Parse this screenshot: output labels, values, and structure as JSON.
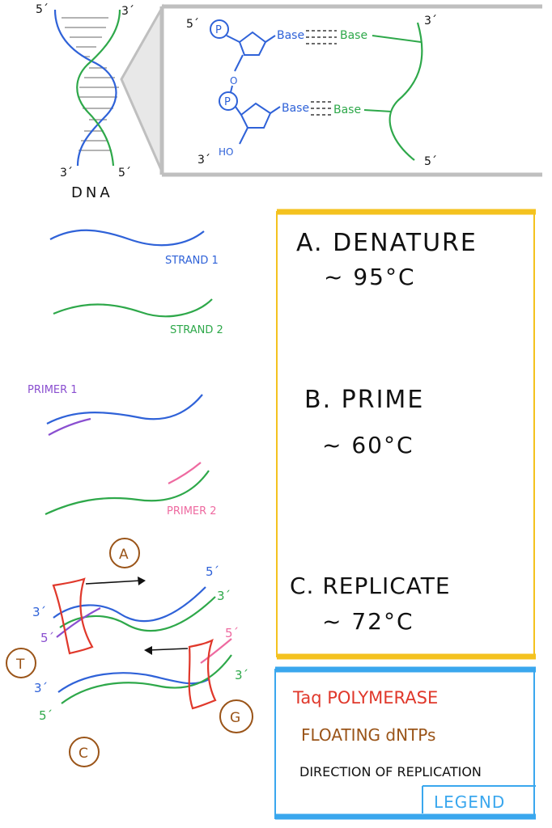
{
  "dna": {
    "label": "DNA",
    "left_top": "5´",
    "right_top": "3´",
    "left_bottom": "3´",
    "right_bottom": "5´"
  },
  "zoom": {
    "top_left": "5´",
    "top_right": "3´",
    "bottom_left": "3´",
    "bottom_right": "5´",
    "phosphate": "P",
    "oxygen": "O",
    "ho": "HO",
    "base_blue_1": "Base",
    "base_green_1": "Base",
    "base_blue_2": "Base",
    "base_green_2": "Base"
  },
  "strands": {
    "strand1": "STRAND 1",
    "strand2": "STRAND 2",
    "primer1": "PRIMER 1",
    "primer2": "PRIMER 2"
  },
  "replication": {
    "label_a": "A",
    "label_t": "T",
    "label_g": "G",
    "label_c": "C",
    "top_5_blue": "5´",
    "top_3_green": "3´",
    "left_3_blue": "3´",
    "left_5_purple": "5´",
    "right_5_pink": "5´",
    "right_3_green": "3´",
    "bottom_3_blue": "3´",
    "bottom_5_green": "5´"
  },
  "steps": {
    "a_title": "A. DENATURE",
    "a_temp": "~ 95°C",
    "b_title": "B. PRIME",
    "b_temp": "~ 60°C",
    "c_title": "C. REPLICATE",
    "c_temp": "~ 72°C"
  },
  "legend": {
    "taq": "Taq POLYMERASE",
    "dntps": "FLOATING dNTPs",
    "direction": "DIRECTION OF REPLICATION",
    "title": "LEGEND"
  },
  "colors": {
    "blue": "#2f62d8",
    "green": "#2ea84a",
    "purple": "#8a4fd0",
    "pink": "#ee6aa0",
    "red": "#e0382b",
    "brown": "#9a5418",
    "yellow": "#f4c21f",
    "skyblue": "#3aa7ee",
    "gray": "#bfbfbf"
  }
}
